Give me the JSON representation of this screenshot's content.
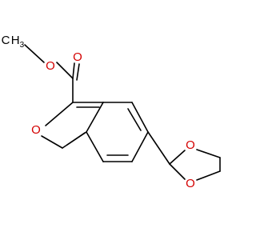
{
  "diagram": {
    "type": "chemical-structure",
    "atoms": {
      "methyl": "CH3",
      "methyl_main": "H",
      "methyl_prefix": "C",
      "methyl_subscript": "3",
      "ester_o_single": "O",
      "ester_o_double": "O",
      "ring_o": "O",
      "dioxolane_o_top": "O",
      "dioxolane_o_bottom": "O"
    },
    "colors": {
      "bond": "#000000",
      "oxygen": "#d40000",
      "background": "#ffffff"
    }
  }
}
